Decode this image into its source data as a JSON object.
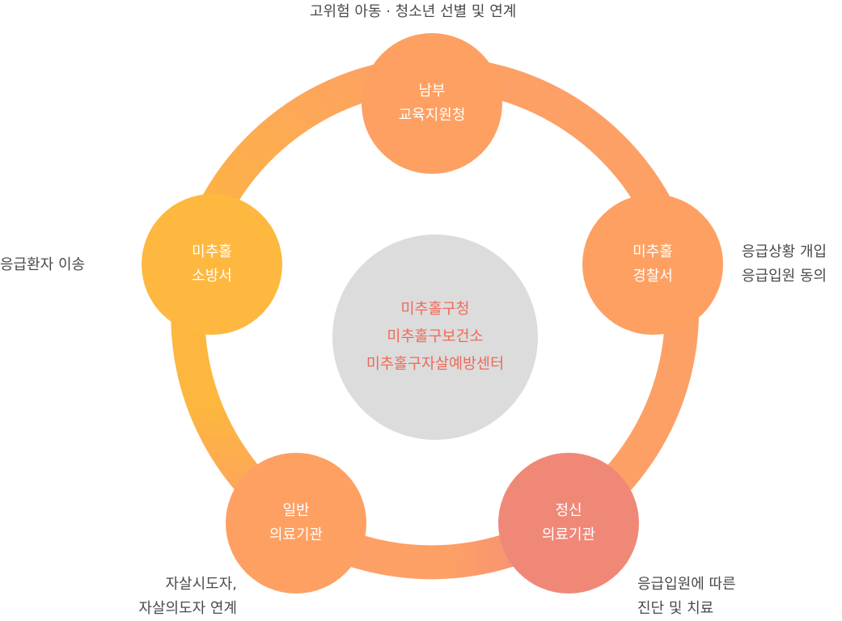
{
  "colors": {
    "ring_orange": "#fda066",
    "ring_yellow": "#fdb63e",
    "ring_pink": "#f2897a",
    "node_orange": "#fea062",
    "node_yellow": "#feb83f",
    "node_pink": "#f08878",
    "center_bg": "#dcdcdc",
    "center_text": "#ef6a58",
    "label_text": "#4a4a4a"
  },
  "center": {
    "lines": [
      "미추홀구청",
      "미추홀구보건소",
      "미추홀구자살예방센터"
    ]
  },
  "nodes": {
    "top": {
      "line1": "남부",
      "line2": "교육지원청"
    },
    "right": {
      "line1": "미추홀",
      "line2": "경찰서"
    },
    "left": {
      "line1": "미추홀",
      "line2": "소방서"
    },
    "bottom_left": {
      "line1": "일반",
      "line2": "의료기관"
    },
    "bottom_right": {
      "line1": "정신",
      "line2": "의료기관"
    }
  },
  "labels": {
    "top": "고위험 아동 · 청소년 선별 및 연계",
    "left": "응급환자 이송",
    "right": {
      "line1": "응급상황 개입",
      "line2": "응급입원 동의"
    },
    "bottom_left": {
      "line1": "자살시도자,",
      "line2": "자살의도자 연계"
    },
    "bottom_right": {
      "line1": "응급입원에 따른",
      "line2": "진단 및 치료"
    }
  }
}
